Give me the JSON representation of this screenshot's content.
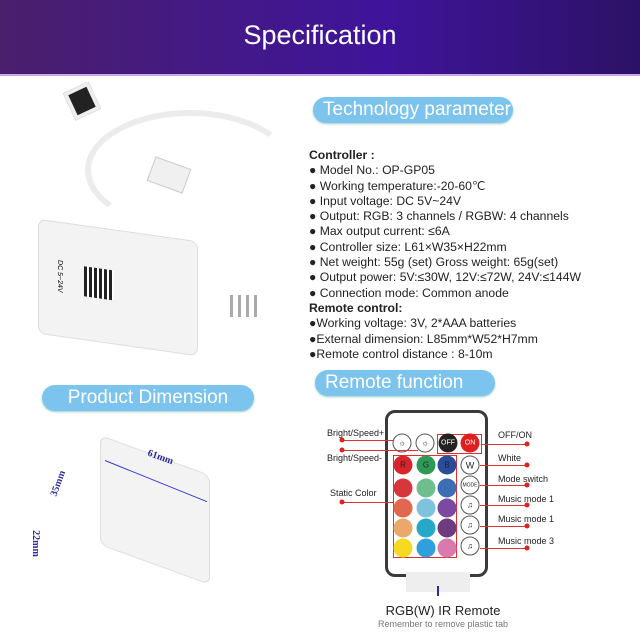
{
  "header": {
    "title": "Specification"
  },
  "technology": {
    "title": "Technology parameter",
    "controller_heading": "Controller",
    "controller_items": [
      "Model No.: OP-GP05",
      "Working temperature:-20-60℃",
      "Input voltage: DC 5V~24V",
      "Output: RGB: 3 channels / RGBW: 4 channels",
      "Max output current: ≤6A",
      "Controller size: L61×W35×H22mm",
      "Net weight: 55g (set)   Gross weight: 65g(set)",
      "Output power:   5V:≤30W, 12V:≤72W, 24V:≤144W",
      "Connection mode: Common anode"
    ],
    "remote_heading": "Remote control",
    "remote_items": [
      "Working voltage: 3V, 2*AAA  batteries",
      "External dimension: L85mm*W52*H7mm",
      "Remote control distance  :  8-10m"
    ]
  },
  "dimension": {
    "title": "Product Dimension",
    "length": "61mm",
    "width": "35mm",
    "height": "22mm"
  },
  "remote": {
    "title": "Remote function",
    "labels": {
      "bright_up": "Bright/Speed+",
      "bright_down": "Bright/Speed-",
      "static": "Static Color",
      "offon": "OFF/ON",
      "white": "White",
      "mode": "Mode switch",
      "music1": "Music mode 1",
      "music2": "Music mode 1",
      "music3": "Music mode 3"
    },
    "buttons": {
      "off": "OFF",
      "on": "ON",
      "r": "R",
      "g": "G",
      "b": "B",
      "w": "W",
      "mode": "MODE"
    },
    "colors": [
      "#d8242b",
      "#2f9a55",
      "#2b4c9a",
      "#d5373c",
      "#6fbf8e",
      "#3d6db5",
      "#e3674f",
      "#7ec3dd",
      "#7b4aa0",
      "#eaa86a",
      "#26a9c8",
      "#6d3b7e",
      "#f6d922",
      "#2f9fde",
      "#d87aae"
    ],
    "caption": "RGB(W) IR Remote",
    "note": "Remember to remove plastic tab"
  },
  "device": {
    "label_text": "DC 5~24V"
  }
}
